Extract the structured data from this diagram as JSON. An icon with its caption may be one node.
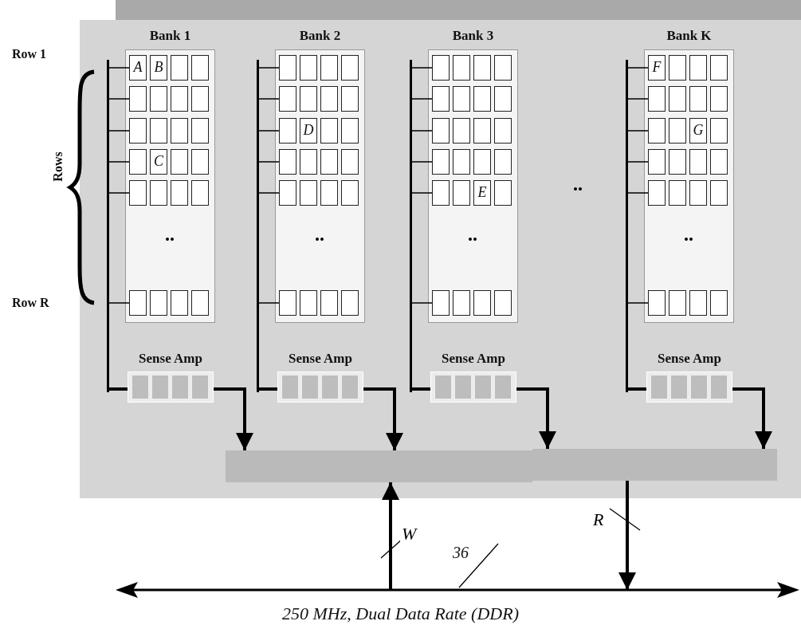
{
  "diagram": {
    "caption": "250 MHz, Dual Data Rate (DDR)",
    "nodes": [
      {
        "text": [
          "Bank 1"
        ]
      },
      {
        "text": [
          "A"
        ],
        "in": 0
      },
      {
        "text": [
          "B"
        ],
        "in": 0
      },
      {
        "text": [],
        "shape": "box",
        "in": 0
      },
      {
        "text": [],
        "shape": "box",
        "in": 0
      },
      {
        "text": [],
        "shape": "box",
        "in": 0
      },
      {
        "text": [],
        "shape": "box",
        "in": 0
      },
      {
        "text": [],
        "shape": "box",
        "in": 0
      },
      {
        "text": [],
        "shape": "box",
        "in": 0
      },
      {
        "text": [],
        "shape": "box",
        "in": 0
      },
      {
        "text": [],
        "shape": "box",
        "in": 0
      },
      {
        "text": [],
        "shape": "box",
        "in": 0
      },
      {
        "text": [],
        "shape": "box",
        "in": 0
      },
      {
        "text": [],
        "shape": "box",
        "in": 0
      },
      {
        "text": [
          "C"
        ],
        "in": 0
      },
      {
        "text": [],
        "shape": "box",
        "in": 0
      },
      {
        "text": [],
        "shape": "box",
        "in": 0
      },
      {
        "text": [],
        "shape": "box",
        "in": 0
      },
      {
        "text": [],
        "shape": "box",
        "in": 0
      },
      {
        "text": [],
        "shape": "box",
        "in": 0
      },
      {
        "text": [],
        "shape": "box",
        "in": 0
      },
      {
        "text": [],
        "shape": "box",
        "in": 0
      },
      {
        "text": [],
        "shape": "box",
        "in": 0
      },
      {
        "text": [],
        "shape": "box",
        "in": 0
      },
      {
        "text": [],
        "shape": "box",
        "in": 0
      },
      {
        "text": [
          "Bank 2"
        ]
      },
      {
        "text": [],
        "shape": "box",
        "in": 25
      },
      {
        "text": [],
        "shape": "box",
        "in": 25
      },
      {
        "text": [],
        "shape": "box",
        "in": 25
      },
      {
        "text": [],
        "shape": "box",
        "in": 25
      },
      {
        "text": [],
        "shape": "box",
        "in": 25
      },
      {
        "text": [],
        "shape": "box",
        "in": 25
      },
      {
        "text": [],
        "shape": "box",
        "in": 25
      },
      {
        "text": [],
        "shape": "box",
        "in": 25
      },
      {
        "text": [],
        "shape": "box",
        "in": 25
      },
      {
        "text": [
          "D"
        ],
        "in": 25
      },
      {
        "text": [],
        "shape": "box",
        "in": 25
      },
      {
        "text": [],
        "shape": "box",
        "in": 25
      },
      {
        "text": [],
        "shape": "box",
        "in": 25
      },
      {
        "text": [],
        "shape": "box",
        "in": 25
      },
      {
        "text": [],
        "shape": "box",
        "in": 25
      },
      {
        "text": [],
        "shape": "box",
        "in": 25
      },
      {
        "text": [],
        "shape": "box",
        "in": 25
      },
      {
        "text": [],
        "shape": "box",
        "in": 25
      },
      {
        "text": [],
        "shape": "box",
        "in": 25
      },
      {
        "text": [],
        "shape": "box",
        "in": 25
      },
      {
        "text": [],
        "shape": "box",
        "in": 25
      },
      {
        "text": [],
        "shape": "box",
        "in": 25
      },
      {
        "text": [],
        "shape": "box",
        "in": 25
      },
      {
        "text": [],
        "shape": "box",
        "in": 25
      },
      {
        "text": [
          "Bank 3"
        ]
      },
      {
        "text": [],
        "shape": "box",
        "in": 50
      },
      {
        "text": [],
        "shape": "box",
        "in": 50
      },
      {
        "text": [],
        "shape": "box",
        "in": 50
      },
      {
        "text": [],
        "shape": "box",
        "in": 50
      },
      {
        "text": [],
        "shape": "box",
        "in": 50
      },
      {
        "text": [],
        "shape": "box",
        "in": 50
      },
      {
        "text": [],
        "shape": "box",
        "in": 50
      },
      {
        "text": [],
        "shape": "box",
        "in": 50
      },
      {
        "text": [],
        "shape": "box",
        "in": 50
      },
      {
        "text": [],
        "shape": "box",
        "in": 50
      },
      {
        "text": [],
        "shape": "box",
        "in": 50
      },
      {
        "text": [],
        "shape": "box",
        "in": 50
      },
      {
        "text": [],
        "shape": "box",
        "in": 50
      },
      {
        "text": [],
        "shape": "box",
        "in": 50
      },
      {
        "text": [],
        "shape": "box",
        "in": 50
      },
      {
        "text": [],
        "shape": "box",
        "in": 50
      },
      {
        "text": [],
        "shape": "box",
        "in": 50
      },
      {
        "text": [],
        "shape": "box",
        "in": 50
      },
      {
        "text": [
          "E"
        ],
        "in": 50
      },
      {
        "text": [],
        "shape": "box",
        "in": 50
      },
      {
        "text": [],
        "shape": "box",
        "in": 50
      },
      {
        "text": [],
        "shape": "box",
        "in": 50
      },
      {
        "text": [],
        "shape": "box",
        "in": 50
      },
      {
        "text": [],
        "shape": "box",
        "in": 50
      },
      {
        "text": [
          "Bank K"
        ]
      },
      {
        "text": [
          "F"
        ],
        "in": 75
      },
      {
        "text": [],
        "shape": "box",
        "in": 75
      },
      {
        "text": [],
        "shape": "box",
        "in": 75
      },
      {
        "text": [],
        "shape": "box",
        "in": 75
      },
      {
        "text": [],
        "shape": "box",
        "in": 75
      },
      {
        "text": [],
        "shape": "box",
        "in": 75
      },
      {
        "text": [],
        "shape": "box",
        "in": 75
      },
      {
        "text": [],
        "shape": "box",
        "in": 75
      },
      {
        "text": [],
        "shape": "box",
        "in": 75
      },
      {
        "text": [],
        "shape": "box",
        "in": 75
      },
      {
        "text": [
          "G"
        ],
        "in": 75
      },
      {
        "text": [],
        "shape": "box",
        "in": 75
      },
      {
        "text": [],
        "shape": "box",
        "in": 75
      },
      {
        "text": [],
        "shape": "box",
        "in": 75
      },
      {
        "text": [],
        "shape": "box",
        "in": 75
      },
      {
        "text": [],
        "shape": "box",
        "in": 75
      },
      {
        "text": [],
        "shape": "box",
        "in": 75
      },
      {
        "text": [],
        "shape": "box",
        "in": 75
      },
      {
        "text": [],
        "shape": "box",
        "in": 75
      },
      {
        "text": [],
        "shape": "box",
        "in": 75
      },
      {
        "text": [],
        "shape": "box",
        "in": 75
      },
      {
        "text": [],
        "shape": "box",
        "in": 75
      },
      {
        "text": [],
        "shape": "box",
        "in": 75
      },
      {
        "text": [],
        "shape": "box",
        "in": 75
      },
      {
        "text": [
          "Sense Amp"
        ]
      },
      {
        "text": [
          "Sense Amp"
        ]
      },
      {
        "text": [
          "Sense Amp"
        ]
      },
      {
        "text": [
          "Sense Amp"
        ]
      },
      {
        "text": [],
        "shape": "bar"
      },
      {
        "text": [],
        "shape": "bar"
      },
      {
        "text": [],
        "shape": "bar"
      },
      {
        "text": [],
        "shape": "bar"
      },
      {
        "text": [],
        "shape": "bar"
      },
      {
        "text": [],
        "shape": "bar"
      },
      {
        "text": [],
        "shape": "bar"
      }
    ],
    "edges": [
      {
        "from": 100,
        "to": 104,
        "arrow": "to",
        "style": "thick"
      },
      {
        "from": 101,
        "to": 104,
        "arrow": "to",
        "style": "thick"
      },
      {
        "from": 102,
        "to": 105,
        "arrow": "to",
        "style": "thick"
      },
      {
        "from": 103,
        "to": 105,
        "arrow": "to",
        "style": "thick"
      },
      {
        "from": 106,
        "to": 104,
        "arrow": "to",
        "label": "W",
        "style": "thick"
      },
      {
        "from": 105,
        "to": 106,
        "arrow": "to",
        "label": "R",
        "style": "thick"
      },
      {
        "from": 107,
        "to": 1,
        "arrow": "none"
      },
      {
        "from": 107,
        "to": 5,
        "arrow": "none"
      },
      {
        "from": 107,
        "to": 9,
        "arrow": "none"
      },
      {
        "from": 107,
        "to": 13,
        "arrow": "none"
      },
      {
        "from": 107,
        "to": 17,
        "arrow": "none"
      },
      {
        "from": 107,
        "to": 21,
        "arrow": "none"
      },
      {
        "from": 107,
        "to": 100,
        "arrow": "none",
        "style": "thick"
      },
      {
        "from": 108,
        "to": 26,
        "arrow": "none"
      },
      {
        "from": 108,
        "to": 30,
        "arrow": "none"
      },
      {
        "from": 108,
        "to": 34,
        "arrow": "none"
      },
      {
        "from": 108,
        "to": 38,
        "arrow": "none"
      },
      {
        "from": 108,
        "to": 42,
        "arrow": "none"
      },
      {
        "from": 108,
        "to": 46,
        "arrow": "none"
      },
      {
        "from": 108,
        "to": 101,
        "arrow": "none",
        "style": "thick"
      },
      {
        "from": 109,
        "to": 51,
        "arrow": "none"
      },
      {
        "from": 109,
        "to": 55,
        "arrow": "none"
      },
      {
        "from": 109,
        "to": 59,
        "arrow": "none"
      },
      {
        "from": 109,
        "to": 63,
        "arrow": "none"
      },
      {
        "from": 109,
        "to": 67,
        "arrow": "none"
      },
      {
        "from": 109,
        "to": 71,
        "arrow": "none"
      },
      {
        "from": 109,
        "to": 102,
        "arrow": "none",
        "style": "thick"
      },
      {
        "from": 110,
        "to": 76,
        "arrow": "none"
      },
      {
        "from": 110,
        "to": 80,
        "arrow": "none"
      },
      {
        "from": 110,
        "to": 84,
        "arrow": "none"
      },
      {
        "from": 110,
        "to": 88,
        "arrow": "none"
      },
      {
        "from": 110,
        "to": 92,
        "arrow": "none"
      },
      {
        "from": 110,
        "to": 96,
        "arrow": "none"
      },
      {
        "from": 110,
        "to": 103,
        "arrow": "none",
        "style": "thick"
      }
    ],
    "labels": [
      "Row 1",
      "Rows",
      "Row R",
      "36"
    ]
  }
}
